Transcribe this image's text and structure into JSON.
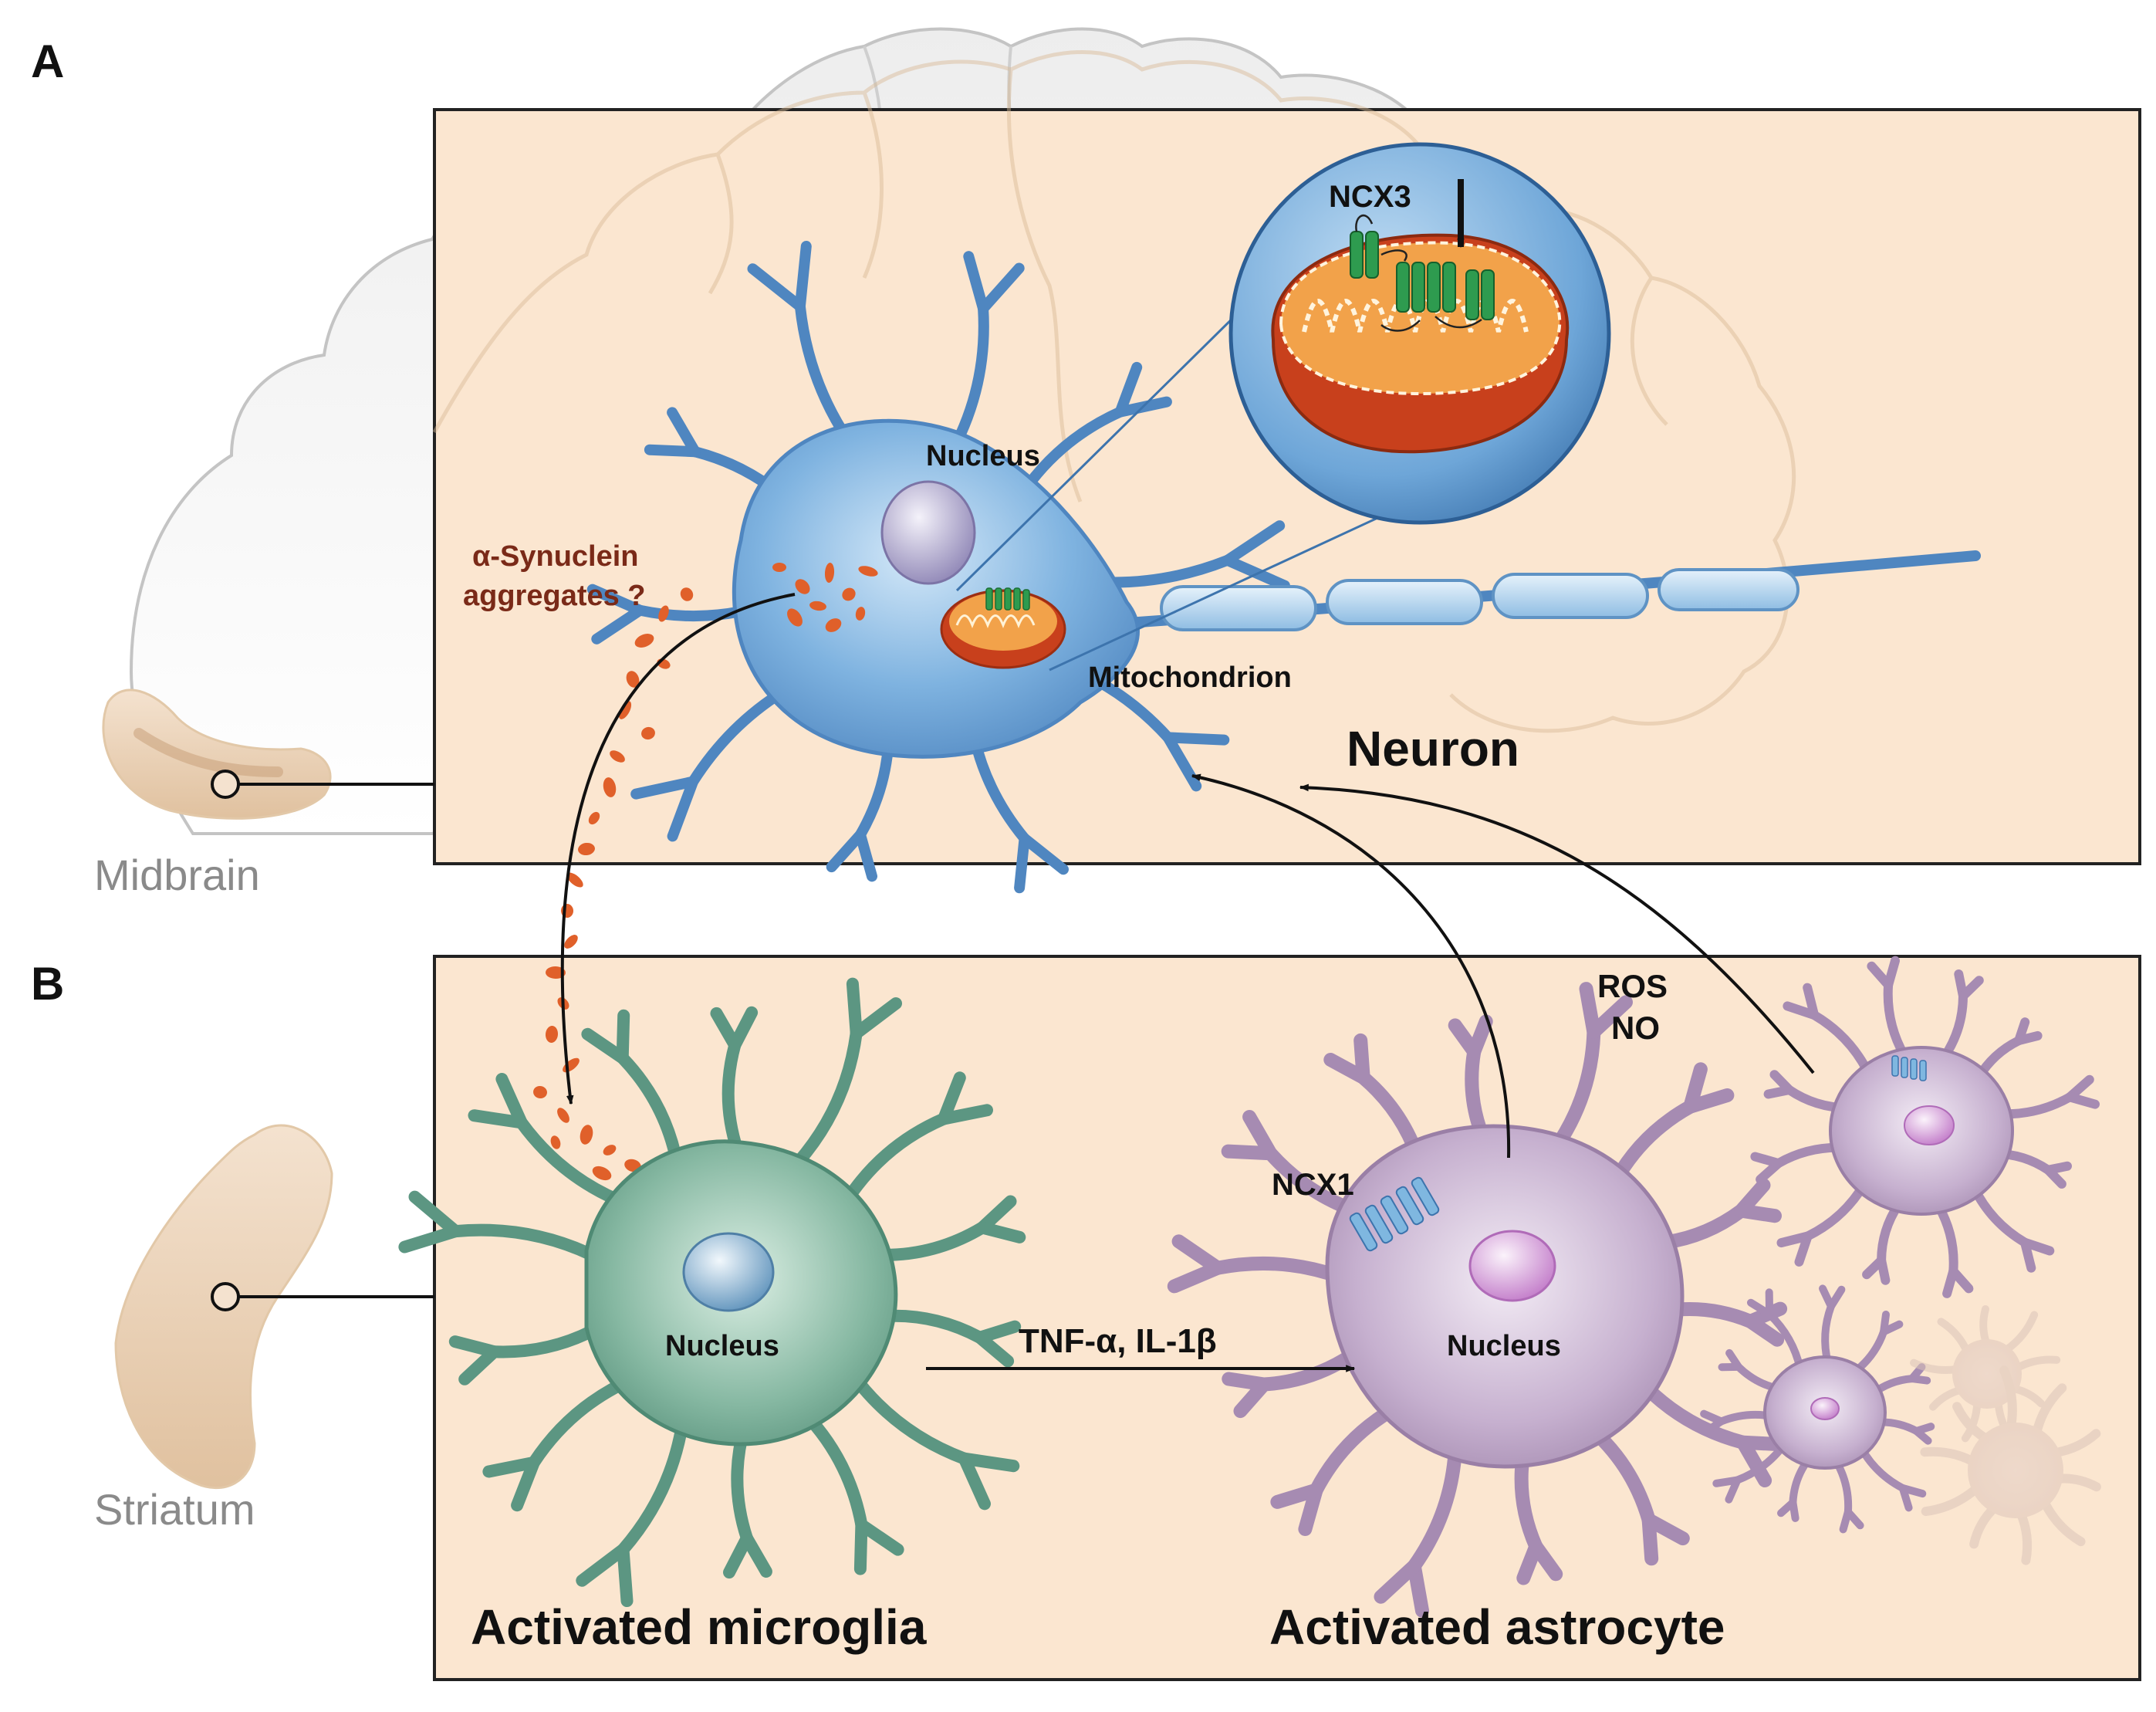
{
  "panels": {
    "a": {
      "letter": "A",
      "region": "Midbrain"
    },
    "b": {
      "letter": "B",
      "region": "Striatum"
    }
  },
  "labels": {
    "neuron": "Neuron",
    "neuron_nucleus": "Nucleus",
    "mitochondrion": "Mitochondrion",
    "ncx3": "NCX3",
    "synuclein_line1": "α-Synuclein",
    "synuclein_line2": "aggregates ?",
    "microglia": "Activated microglia",
    "microglia_nucleus": "Nucleus",
    "astrocyte": "Activated astrocyte",
    "astrocyte_nucleus": "Nucleus",
    "ncx1": "NCX1",
    "cytokines": "TNF-α, IL-1β",
    "ros": "ROS",
    "no": "NO"
  },
  "colors": {
    "panel_fill": "#fbe6d0",
    "neuron": "#5f9fd6",
    "microglia": "#6aa38d",
    "astrocyte": "#b398bd",
    "mito_outer": "#c8401c",
    "mito_inner": "#f2a24a",
    "transporter_green": "#2e9b4f",
    "transporter_blue": "#7fb7e0",
    "synuclein": "#e0602a",
    "text_dark": "#111111",
    "text_grey": "#8a8a8a",
    "synuclein_text": "#7a2a18"
  }
}
